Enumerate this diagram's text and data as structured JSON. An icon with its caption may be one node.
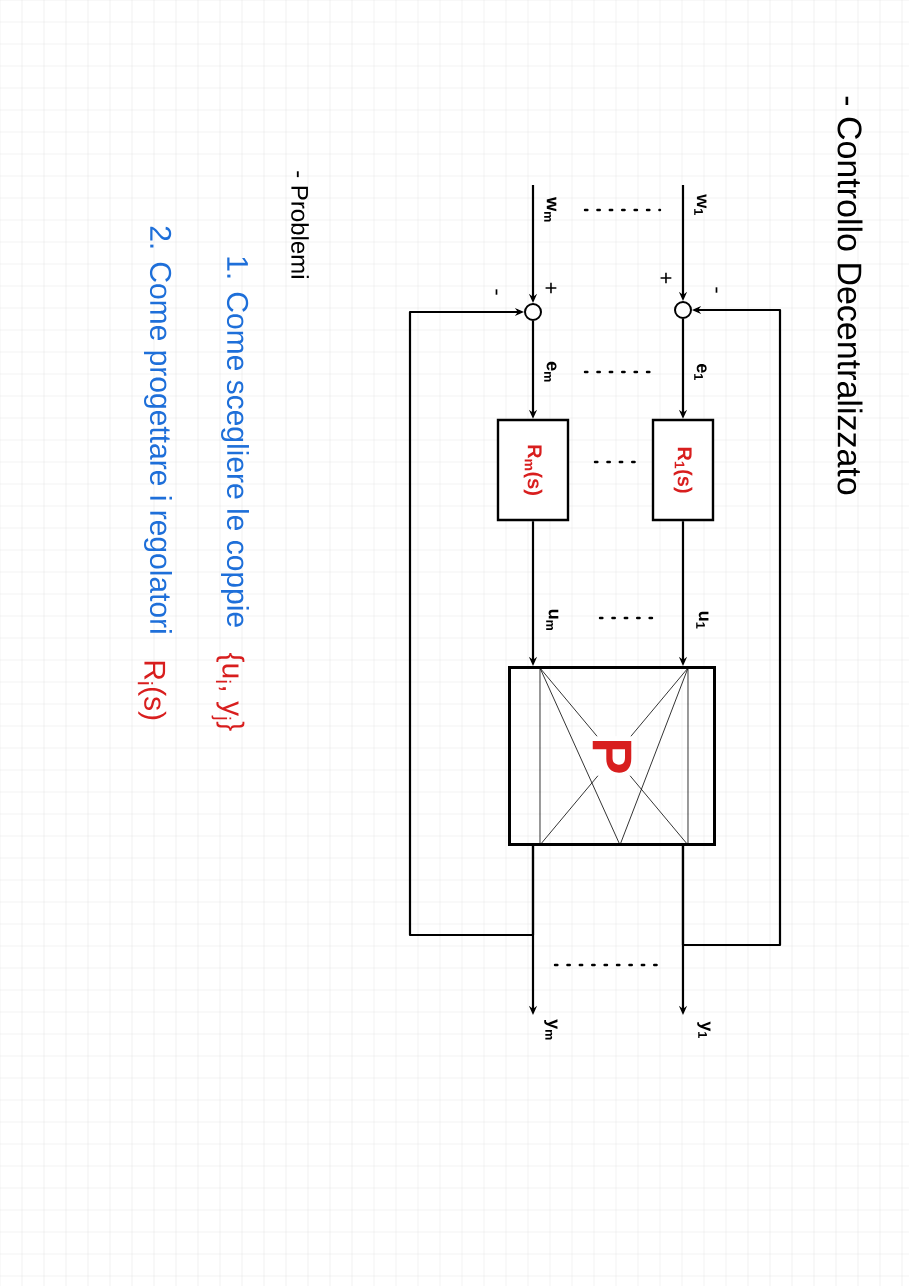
{
  "diagram": {
    "title": "- Controllo Decentralizzato",
    "nodes": [
      {
        "text": [],
        "shape": "circle"
      },
      {
        "text": [],
        "shape": "circle"
      },
      {
        "text": [
          "R$_{1}$(s)"
        ]
      },
      {
        "text": [
          "R$_{m}$(s)"
        ]
      },
      {
        "text": [
          "P"
        ]
      }
    ],
    "edges": [
      {
        "from": null,
        "to": 1,
        "arrow": "to",
        "label": "w$_{1}$"
      },
      {
        "from": null,
        "to": 0,
        "arrow": "to",
        "label": "w$_{m}$"
      },
      {
        "from": 1,
        "to": 2,
        "arrow": "to",
        "label": "e$_{1}$"
      },
      {
        "from": 0,
        "to": 3,
        "arrow": "to",
        "label": "e$_{m}$"
      },
      {
        "from": 2,
        "to": 4,
        "arrow": "to",
        "label": "u$_{1}$"
      },
      {
        "from": 3,
        "to": 4,
        "arrow": "to",
        "label": "u$_{m}$"
      },
      {
        "from": 4,
        "to": null,
        "arrow": "to",
        "label": "y$_{1}$"
      },
      {
        "from": 4,
        "to": null,
        "arrow": "to",
        "label": "y$_{m}$"
      },
      {
        "from": 4,
        "to": 1,
        "arrow": "to"
      },
      {
        "from": 4,
        "to": 0,
        "arrow": "to"
      }
    ],
    "labels": [
      "+",
      "-",
      "+",
      "-",
      "- Problemi",
      "1. Come scegliere le coppie",
      "{u$_{i}$, y$_{j}$}",
      "2. Come progettare i regolatori",
      "R$_{i}$(s)"
    ]
  }
}
